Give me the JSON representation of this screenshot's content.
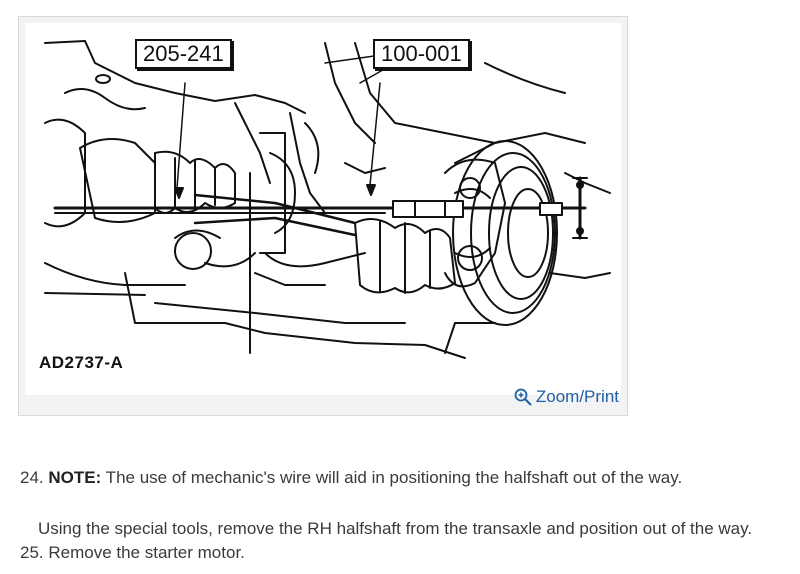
{
  "figure": {
    "callouts": [
      "205-241",
      "100-001"
    ],
    "code": "AD2737-A",
    "zoom_label": "Zoom/Print"
  },
  "steps": [
    {
      "number": "24.",
      "note_label": "NOTE:",
      "note_text": " The use of mechanic's wire will aid in positioning the halfshaft out of the way.",
      "instruction": "Using the special tools, remove the RH halfshaft from the transaxle and position out of the way."
    },
    {
      "number": "25.",
      "text": " Remove the starter motor."
    }
  ],
  "colors": {
    "link": "#1f5fa8",
    "text": "#3a3a3a",
    "card_bg": "#f3f3f3",
    "card_border": "#d8d8d8"
  }
}
